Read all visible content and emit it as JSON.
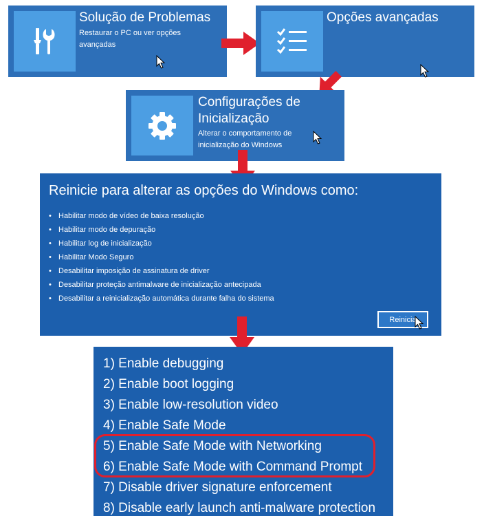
{
  "tile_troubleshoot": {
    "title": "Solução de Problemas",
    "desc": "Restaurar o PC ou ver opções avançadas",
    "icon": "tools-icon"
  },
  "tile_advanced": {
    "title": "Opções avançadas",
    "icon": "checklist-icon"
  },
  "tile_startup": {
    "title_line1": "Configurações de",
    "title_line2": "Inicialização",
    "desc": "Alterar o comportamento de inicialização do Windows",
    "icon": "gear-icon"
  },
  "restart_panel": {
    "heading": "Reinicie para alterar as opções do Windows como:",
    "items": [
      "Habilitar modo de vídeo de baixa resolução",
      "Habilitar modo de depuração",
      "Habilitar log de inicialização",
      "Habilitar Modo Seguro",
      "Desabilitar imposição de assinatura de driver",
      "Desabilitar proteção antimalware de inicialização antecipada",
      "Desabilitar a reinicialização automática durante falha do sistema"
    ],
    "button_label": "Reinicia"
  },
  "options_panel": {
    "items": [
      "1) Enable debugging",
      "2) Enable boot logging",
      "3) Enable low-resolution video",
      "4) Enable Safe Mode",
      "5) Enable Safe Mode with Networking",
      "6) Enable Safe Mode with Command Prompt",
      "7) Disable driver signature enforcement",
      "8) Disable early launch anti-malware protection"
    ]
  },
  "colors": {
    "tile_bg": "#2d6fb8",
    "icon_bg": "#4c9ee3",
    "panel_bg": "#1c5fad",
    "annotation_red": "#e0202d"
  }
}
